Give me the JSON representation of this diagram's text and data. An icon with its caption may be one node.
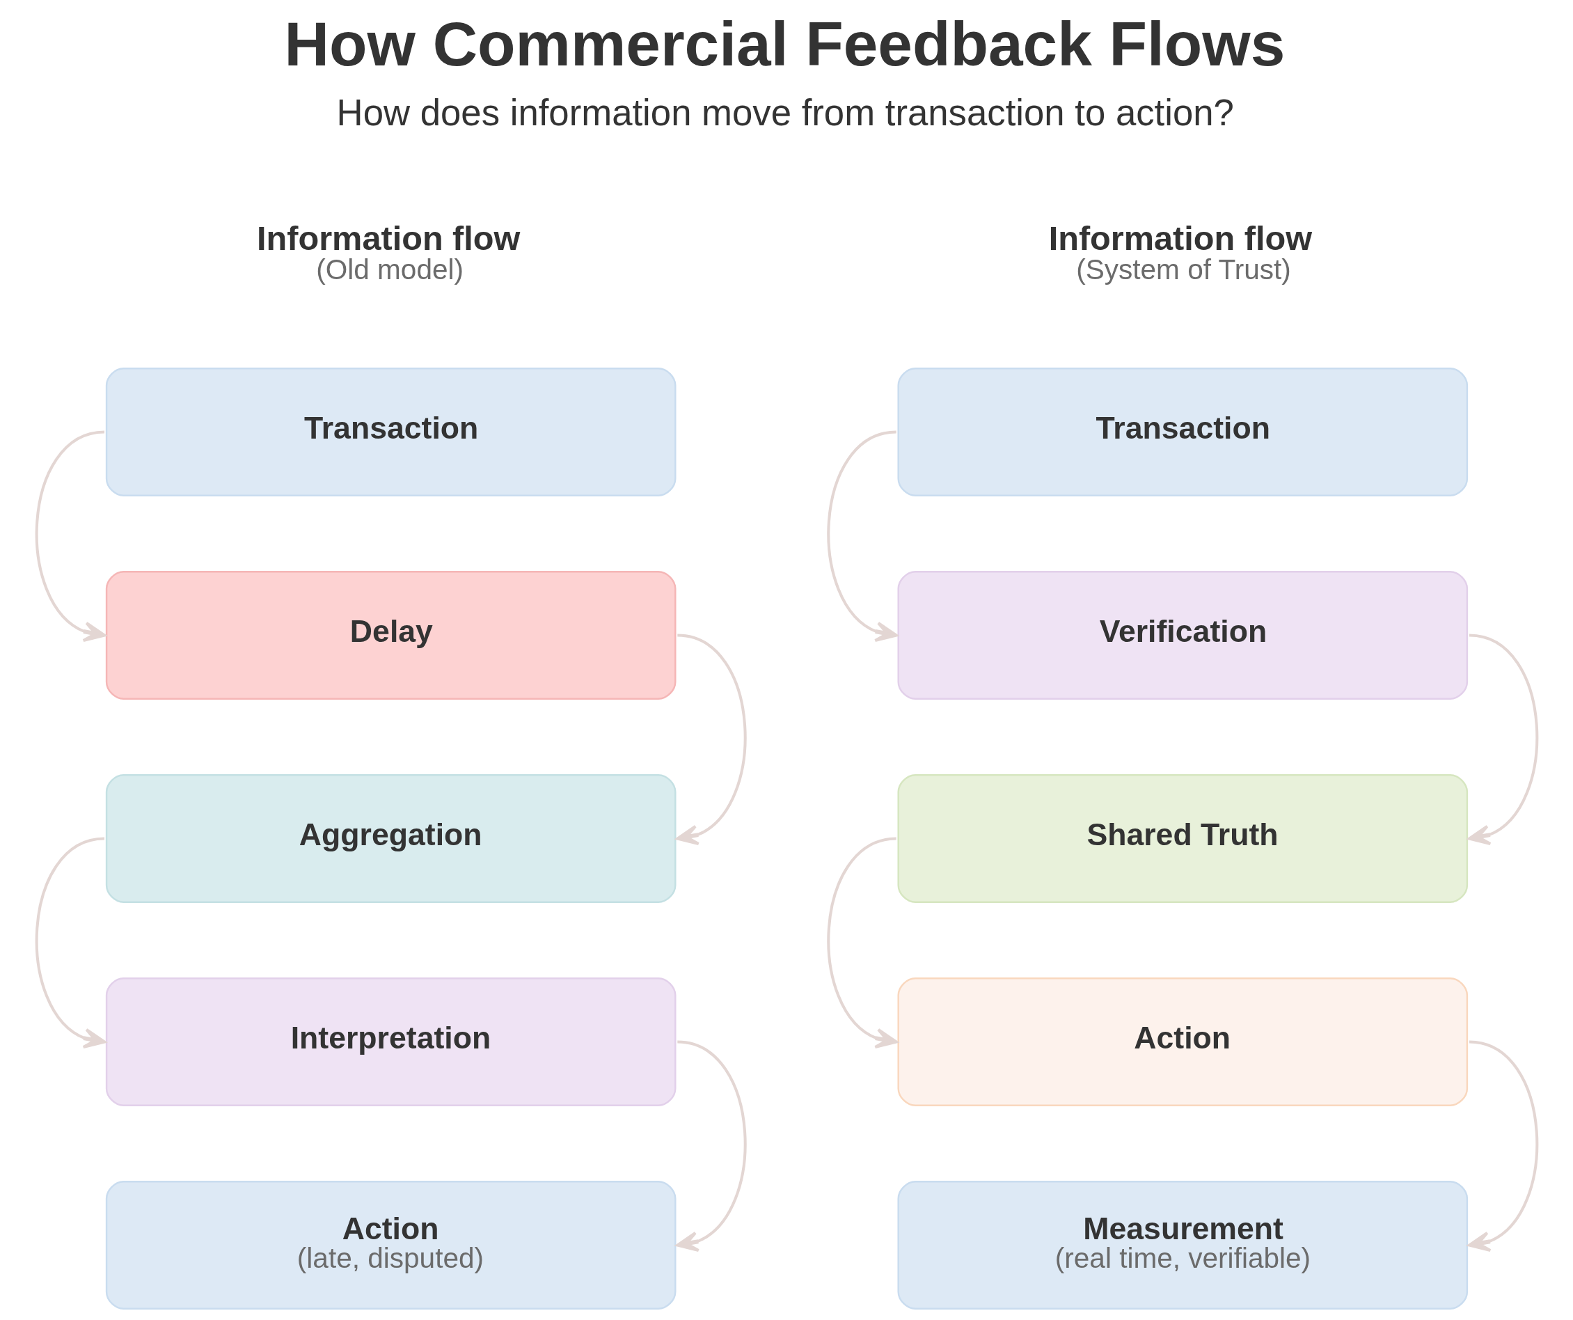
{
  "diagram": {
    "title": "How Commercial Feedback Flows",
    "nodes": [
      {
        "text": [
          "Transaction"
        ]
      },
      {
        "text": [
          "Delay"
        ]
      },
      {
        "text": [
          "Aggregation"
        ]
      },
      {
        "text": [
          "Interpretation"
        ]
      },
      {
        "text": [
          "Action",
          "(late, disputed)"
        ]
      },
      {
        "text": [
          "Transaction"
        ]
      },
      {
        "text": [
          "Verification"
        ]
      },
      {
        "text": [
          "Shared Truth"
        ]
      },
      {
        "text": [
          "Action"
        ]
      },
      {
        "text": [
          "Measurement",
          "(real time, verifiable)"
        ]
      }
    ],
    "edges": [
      {
        "from": 0,
        "to": 1,
        "arrow": "to"
      },
      {
        "from": 1,
        "to": 2,
        "arrow": "to"
      },
      {
        "from": 2,
        "to": 3,
        "arrow": "to"
      },
      {
        "from": 3,
        "to": 4,
        "arrow": "to"
      },
      {
        "from": 5,
        "to": 6,
        "arrow": "to"
      },
      {
        "from": 6,
        "to": 7,
        "arrow": "to"
      },
      {
        "from": 7,
        "to": 8,
        "arrow": "to"
      },
      {
        "from": 8,
        "to": 9,
        "arrow": "to"
      }
    ],
    "labels": [
      "How does information move from transaction to action?",
      "Information flow",
      "(Old model)",
      "Information flow",
      "(System of Trust)"
    ]
  }
}
